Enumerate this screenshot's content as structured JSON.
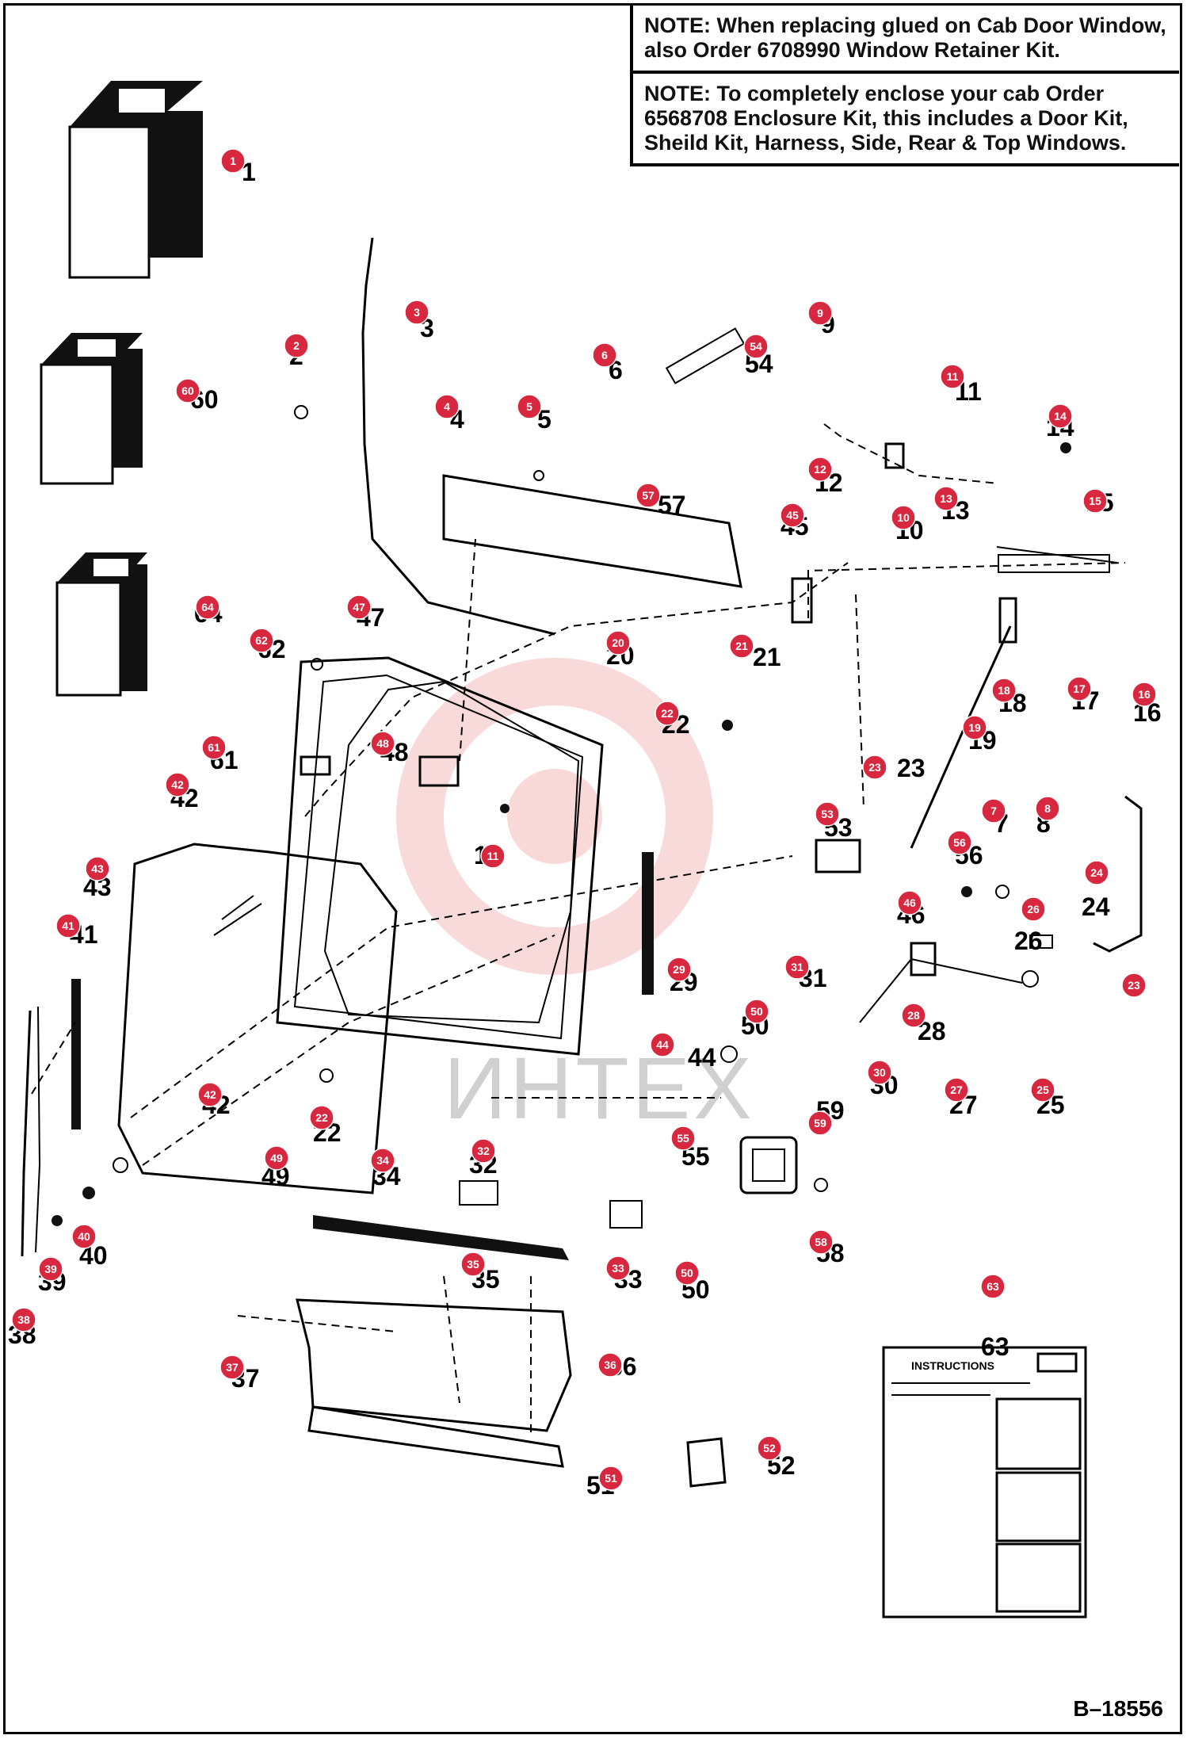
{
  "notes": [
    {
      "label": "NOTE:",
      "text": " When replacing glued on Cab Door Window, also Order 6708990 Window Retainer Kit."
    },
    {
      "label": "NOTE:",
      "text": " To completely enclose your cab Order 6568708 Enclosure Kit, this includes a Door Kit, Sheild Kit, Harness, Side, Rear & Top Windows."
    }
  ],
  "watermark": "ИНТЕХ",
  "figure_ref": "B–18556",
  "instructions_label": "INSTRUCTIONS",
  "callout_color": "#d8283f",
  "callouts": [
    "1",
    "2",
    "3",
    "4",
    "5",
    "6",
    "7",
    "8",
    "9",
    "10",
    "11",
    "11",
    "12",
    "13",
    "14",
    "15",
    "16",
    "17",
    "18",
    "19",
    "20",
    "21",
    "22",
    "22",
    "23",
    "23",
    "24",
    "25",
    "26",
    "27",
    "28",
    "29",
    "30",
    "31",
    "32",
    "33",
    "34",
    "35",
    "36",
    "37",
    "38",
    "39",
    "40",
    "41",
    "42",
    "42",
    "43",
    "44",
    "45",
    "46",
    "47",
    "48",
    "49",
    "50",
    "50",
    "51",
    "52",
    "53",
    "54",
    "55",
    "56",
    "57",
    "58",
    "59",
    "60",
    "61",
    "62",
    "63",
    "64"
  ],
  "part_numbers": [
    "1",
    "3",
    "4",
    "5",
    "6",
    "9",
    "11",
    "12",
    "13",
    "14",
    "15",
    "16",
    "17",
    "18",
    "19",
    "20",
    "21",
    "22",
    "22",
    "23",
    "24",
    "25",
    "26",
    "27",
    "28",
    "29",
    "30",
    "31",
    "32",
    "33",
    "34",
    "35",
    "36",
    "37",
    "38",
    "39",
    "40",
    "41",
    "42",
    "42",
    "43",
    "44",
    "45",
    "46",
    "47",
    "48",
    "49",
    "50",
    "50",
    "51",
    "52",
    "53",
    "54",
    "55",
    "56",
    "57",
    "58",
    "59",
    "60",
    "61",
    "62",
    "63",
    "64",
    "7",
    "8",
    "10",
    "11",
    "2"
  ]
}
